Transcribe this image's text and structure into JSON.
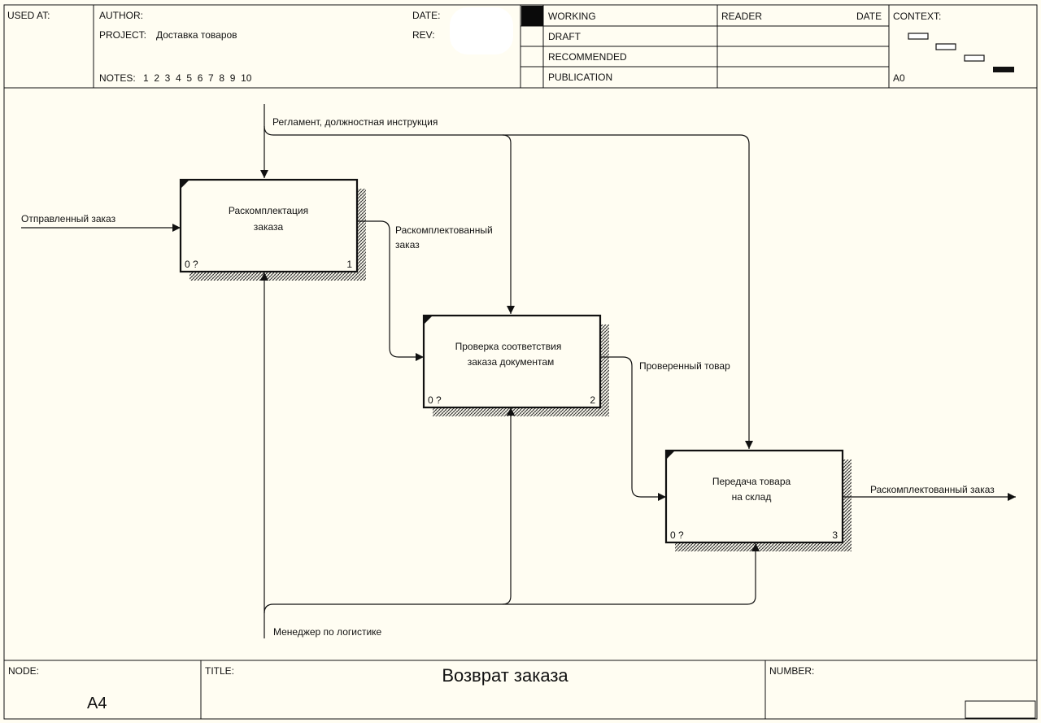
{
  "header": {
    "used_at_label": "USED AT:",
    "author_label": "AUTHOR:",
    "project_label": "PROJECT:",
    "project_value": "Доставка товаров",
    "date_label": "DATE:",
    "rev_label": "REV:",
    "notes_label": "NOTES:",
    "notes_numbers": "1  2  3  4  5  6  7  8  9  10",
    "status_items": [
      "WORKING",
      "DRAFT",
      "RECOMMENDED",
      "PUBLICATION"
    ],
    "status_selected": "WORKING",
    "reader_label": "READER",
    "reader_date_label": "DATE",
    "context_label": "CONTEXT:",
    "context_node": "A0"
  },
  "diagram": {
    "activities": [
      {
        "name": "Раскомплектация\nзаказа",
        "line1": "Раскомплектация",
        "line2": "заказа",
        "cost": "0 ?",
        "number": "1"
      },
      {
        "name": "Проверка соответствия\nзаказа документам",
        "line1": "Проверка соответствия",
        "line2": "заказа документам",
        "cost": "0 ?",
        "number": "2"
      },
      {
        "name": "Передача товара\nна склад",
        "line1": "Передача товара",
        "line2": "на склад",
        "cost": "0 ?",
        "number": "3"
      }
    ],
    "arrows": {
      "control": "Регламент, должностная инструкция",
      "input": "Отправленный заказ",
      "between_1_2_line1": "Раскомплектованный",
      "between_1_2_line2": "заказ",
      "between_2_3": "Проверенный товар",
      "output": "Раскомплектованный заказ",
      "mechanism": "Менеджер по логистике"
    }
  },
  "footer": {
    "node_label": "NODE:",
    "node_value": "A4",
    "title_label": "TITLE:",
    "title_value": "Возврат заказа",
    "number_label": "NUMBER:"
  }
}
